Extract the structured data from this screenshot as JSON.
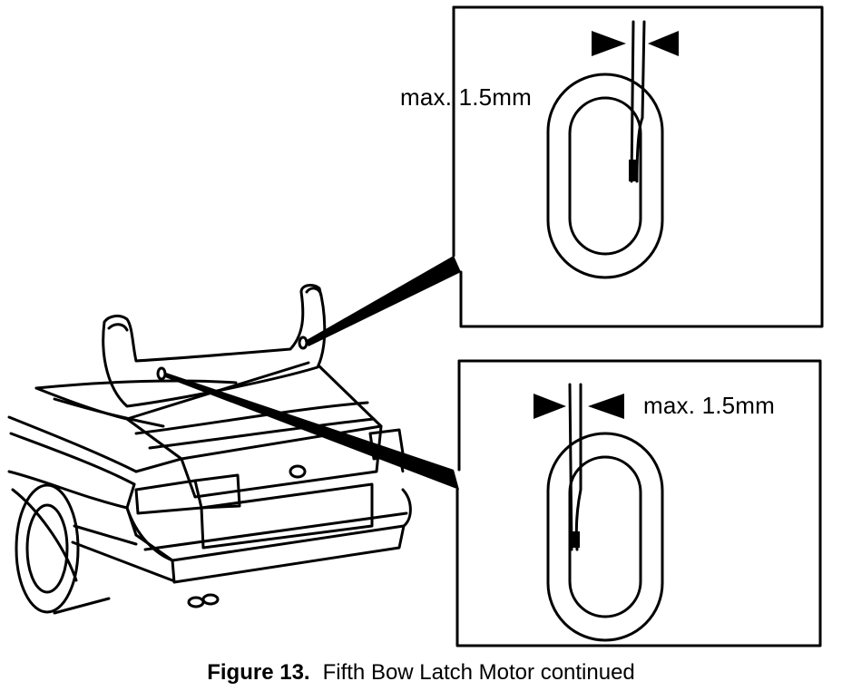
{
  "detail_top": {
    "gap_label": "max. 1.5mm"
  },
  "detail_bottom": {
    "gap_label": "max. 1.5mm"
  },
  "caption": {
    "figure_number": "Figure 13.",
    "title": "Fifth Bow Latch Motor continued"
  },
  "colors": {
    "ink": "#000000",
    "paper": "#ffffff"
  }
}
